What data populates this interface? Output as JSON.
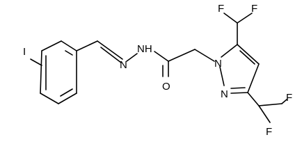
{
  "molecule": {
    "atoms": {
      "iodine": "I",
      "imine_n": "N",
      "amide_nh": "NH",
      "carbonyl_o": "O",
      "ring_n1": "N",
      "ring_n2": "N",
      "f_top_left": "F",
      "f_top_right": "F",
      "f_bottom_top": "F",
      "f_bottom_bottom": "F"
    }
  }
}
